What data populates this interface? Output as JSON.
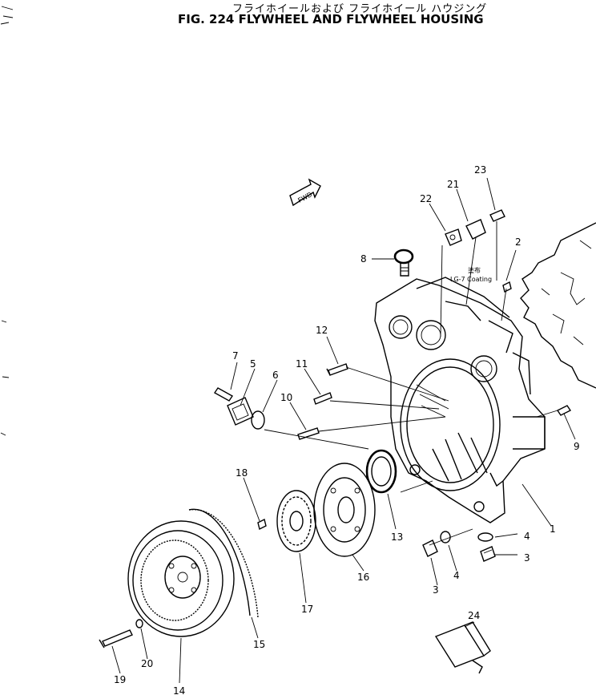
{
  "header": {
    "japanese_title": "フライホイールおよび フライホイール ハウジング",
    "title": "FIG. 224  FLYWHEEL AND FLYWHEEL HOUSING"
  },
  "arrow_label": "FWD",
  "note": {
    "jp": "塗布",
    "text": "LG-7 Coating"
  },
  "callouts": {
    "c1": "1",
    "c2": "2",
    "c3a": "3",
    "c3b": "3",
    "c4a": "4",
    "c4b": "4",
    "c5": "5",
    "c6": "6",
    "c7": "7",
    "c8": "8",
    "c9": "9",
    "c10": "10",
    "c11": "11",
    "c12": "12",
    "c13": "13",
    "c14": "14",
    "c15": "15",
    "c16": "16",
    "c17": "17",
    "c18": "18",
    "c19": "19",
    "c20": "20",
    "c21": "21",
    "c22": "22",
    "c23": "23",
    "c24": "24"
  }
}
